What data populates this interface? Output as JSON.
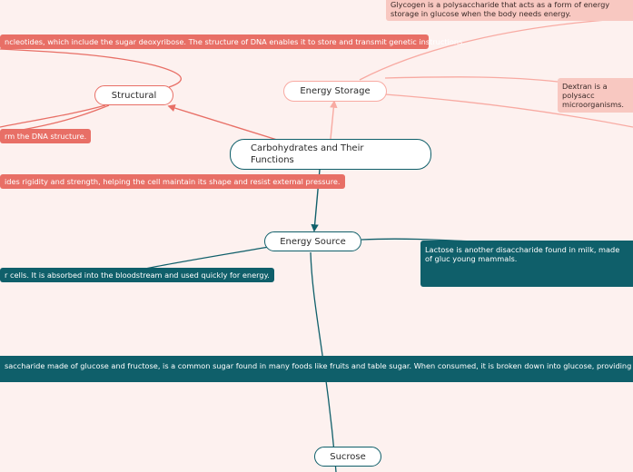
{
  "central": {
    "title": "Carbohydrates and Their Functions"
  },
  "branches": {
    "structural": {
      "label": "Structural",
      "notes": [
        "ncleotides, which include the sugar deoxyribose. The structure of DNA enables it to store and transmit genetic instructions.",
        "rm the DNA structure.",
        "ides rigidity and strength, helping the cell maintain its shape and resist external pressure."
      ]
    },
    "energy_storage": {
      "label": "Energy Storage",
      "notes": [
        "Glycogen is a polysaccharide that acts as a form of energy storage in glucose when the body needs energy.",
        "Dextran is a polysacc microorganisms."
      ]
    },
    "energy_source": {
      "label": "Energy Source",
      "notes": [
        "Lactose is another disaccharide found in milk, made of gluc young mammals.",
        "r cells. It is absorbed into the bloodstream and used quickly for energy.",
        "saccharide made of glucose and fructose, is a common sugar found in many foods like fruits and table sugar. When consumed, it is broken down into glucose, providing an energy sou"
      ],
      "children": [
        "Sucrose"
      ]
    }
  },
  "colors": {
    "background": "#fdf1ef",
    "structural": "#e86f66",
    "energy_storage": "#f8aaa2",
    "energy_source": "#0f5f6a"
  }
}
